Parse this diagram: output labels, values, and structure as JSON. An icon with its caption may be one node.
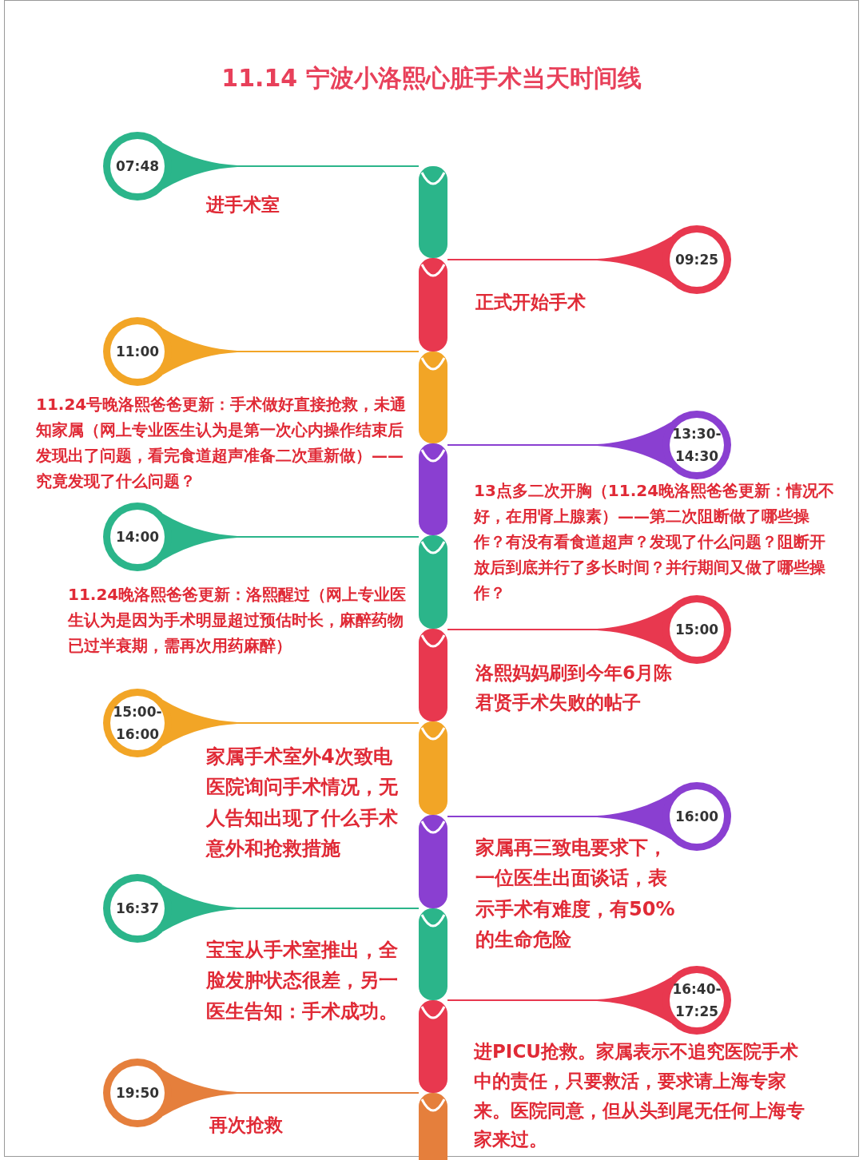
{
  "diagram": {
    "title": "11.14 宁波小洛熙心脏手术当天时间线",
    "nodes": [
      {
        "text": [
          "07:48"
        ],
        "beside": [
          "进手术室"
        ]
      },
      {
        "text": [
          "09:25"
        ],
        "beside": [
          "正式开始手术"
        ]
      },
      {
        "text": [
          "11:00"
        ],
        "beside": [
          "11.24号晚洛熙爸爸更新：手术做好直接抢救，未通知家属（网上专业医生认为是第一次心内操作结束后发现出了问题，看完食道超声准备二次重新做）——究竟发现了什么问题？"
        ]
      },
      {
        "text": [
          "13:30-14:30"
        ],
        "beside": [
          "13点多二次开胸（11.24晚洛熙爸爸更新：情况不好，在用肾上腺素）——第二次阻断做了哪些操作？有没有看食道超声？发现了什么问题？阻断开放后到底并行了多长时间？并行期间又做了哪些操作？"
        ]
      },
      {
        "text": [
          "14:00"
        ],
        "beside": [
          "11.24晚洛熙爸爸更新：洛熙醒过（网上专业医生认为是因为手术明显超过预估时长，麻醉药物已过半衰期，需再次用药麻醉）"
        ]
      },
      {
        "text": [
          "15:00"
        ],
        "beside": [
          "洛熙妈妈刷到今年6月陈君贤手术失败的帖子"
        ]
      },
      {
        "text": [
          "15:00-16:00"
        ],
        "beside": [
          "家属手术室外4次致电医院询问手术情况，无人告知出现了什么手术意外和抢救措施"
        ]
      },
      {
        "text": [
          "16:00"
        ],
        "beside": [
          "家属再三致电要求下，一位医生出面谈话，表示手术有难度，有50%的生命危险"
        ]
      },
      {
        "text": [
          "16:37"
        ],
        "beside": [
          "宝宝从手术室推出，全脸发肿状态很差，另一医生告知：手术成功。"
        ]
      },
      {
        "text": [
          "16:40-17:25"
        ],
        "beside": [
          "进PICU抢救。家属表示不追究医院手术中的责任，只要救活，要求请上海专家来。医院同意，但从头到尾无任何上海专家来过。"
        ]
      },
      {
        "text": [
          "19:50"
        ],
        "beside": [
          "再次抢救"
        ]
      },
      {
        "text": [],
        "shape": "bar"
      },
      {
        "text": [],
        "shape": "bar"
      },
      {
        "text": [],
        "shape": "bar"
      },
      {
        "text": [],
        "shape": "bar"
      },
      {
        "text": [],
        "shape": "bar"
      },
      {
        "text": [],
        "shape": "bar"
      },
      {
        "text": [],
        "shape": "bar"
      },
      {
        "text": [],
        "shape": "bar"
      },
      {
        "text": [],
        "shape": "bar"
      },
      {
        "text": [],
        "shape": "bar"
      },
      {
        "text": [],
        "shape": "bar"
      }
    ],
    "edges": [
      {
        "from": 0,
        "to": 11,
        "arrow": "none",
        "color": "#2bb58a"
      },
      {
        "from": 1,
        "to": 12,
        "arrow": "none",
        "color": "#e8384f"
      },
      {
        "from": 2,
        "to": 13,
        "arrow": "none",
        "color": "#f2a526"
      },
      {
        "from": 3,
        "to": 14,
        "arrow": "none",
        "color": "#8a3fd1"
      },
      {
        "from": 4,
        "to": 15,
        "arrow": "none",
        "color": "#2bb58a"
      },
      {
        "from": 5,
        "to": 16,
        "arrow": "none",
        "color": "#e8384f"
      },
      {
        "from": 6,
        "to": 17,
        "arrow": "none",
        "color": "#f2a526"
      },
      {
        "from": 7,
        "to": 18,
        "arrow": "none",
        "color": "#8a3fd1"
      },
      {
        "from": 8,
        "to": 19,
        "arrow": "none",
        "color": "#2bb58a"
      },
      {
        "from": 9,
        "to": 20,
        "arrow": "none",
        "color": "#e8384f"
      },
      {
        "from": 10,
        "to": 21,
        "arrow": "none",
        "color": "#e57f3c"
      }
    ]
  }
}
